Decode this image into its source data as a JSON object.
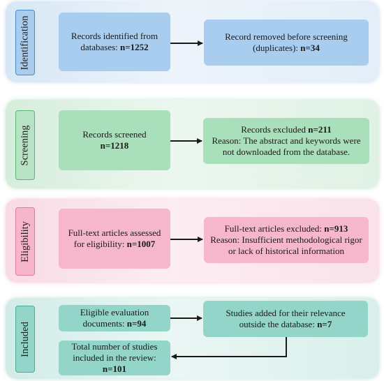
{
  "stages": {
    "identification": "Identification",
    "screening": "Screening",
    "eligibility": "Eligibility",
    "included": "Included"
  },
  "boxes": {
    "records_identified": {
      "line1": "Records identified from",
      "line2_prefix": "databases: ",
      "line2_value": "n=1252"
    },
    "records_removed": {
      "line1": "Record removed before screening",
      "line2_prefix": "(duplicates): ",
      "line2_value": "n=34"
    },
    "records_screened": {
      "line1": "Records screened",
      "line2_value": "n=1218"
    },
    "records_excluded": {
      "line1_prefix": "Records excluded ",
      "line1_value": "n=211",
      "line2": "Reason: The abstract and keywords were",
      "line3": "not downloaded from the database."
    },
    "fulltext_assessed": {
      "line1": "Full-text articles assessed",
      "line2_prefix": "for eligibility: ",
      "line2_value": "n=1007"
    },
    "fulltext_excluded": {
      "line1_prefix": "Full-text articles excluded: ",
      "line1_value": "n=913",
      "line2": "Reason: Insufficient methodological rigor",
      "line3": "or lack of historical information"
    },
    "eligible_docs": {
      "line1": "Eligible evaluation",
      "line2_prefix": "documents: ",
      "line2_value": "n=94"
    },
    "studies_added": {
      "line1": "Studies added for their relevance",
      "line2_prefix": "outside the database: ",
      "line2_value": "n=7"
    },
    "total_studies": {
      "line1": "Total number of studies",
      "line2": "included in the review:",
      "line3_value": "n=101"
    }
  },
  "colors": {
    "identification": "#a8cdef",
    "screening": "#a9dfbb",
    "eligibility": "#f6b7cd",
    "included": "#93d5c8",
    "arrow": "#1a1a1a"
  }
}
